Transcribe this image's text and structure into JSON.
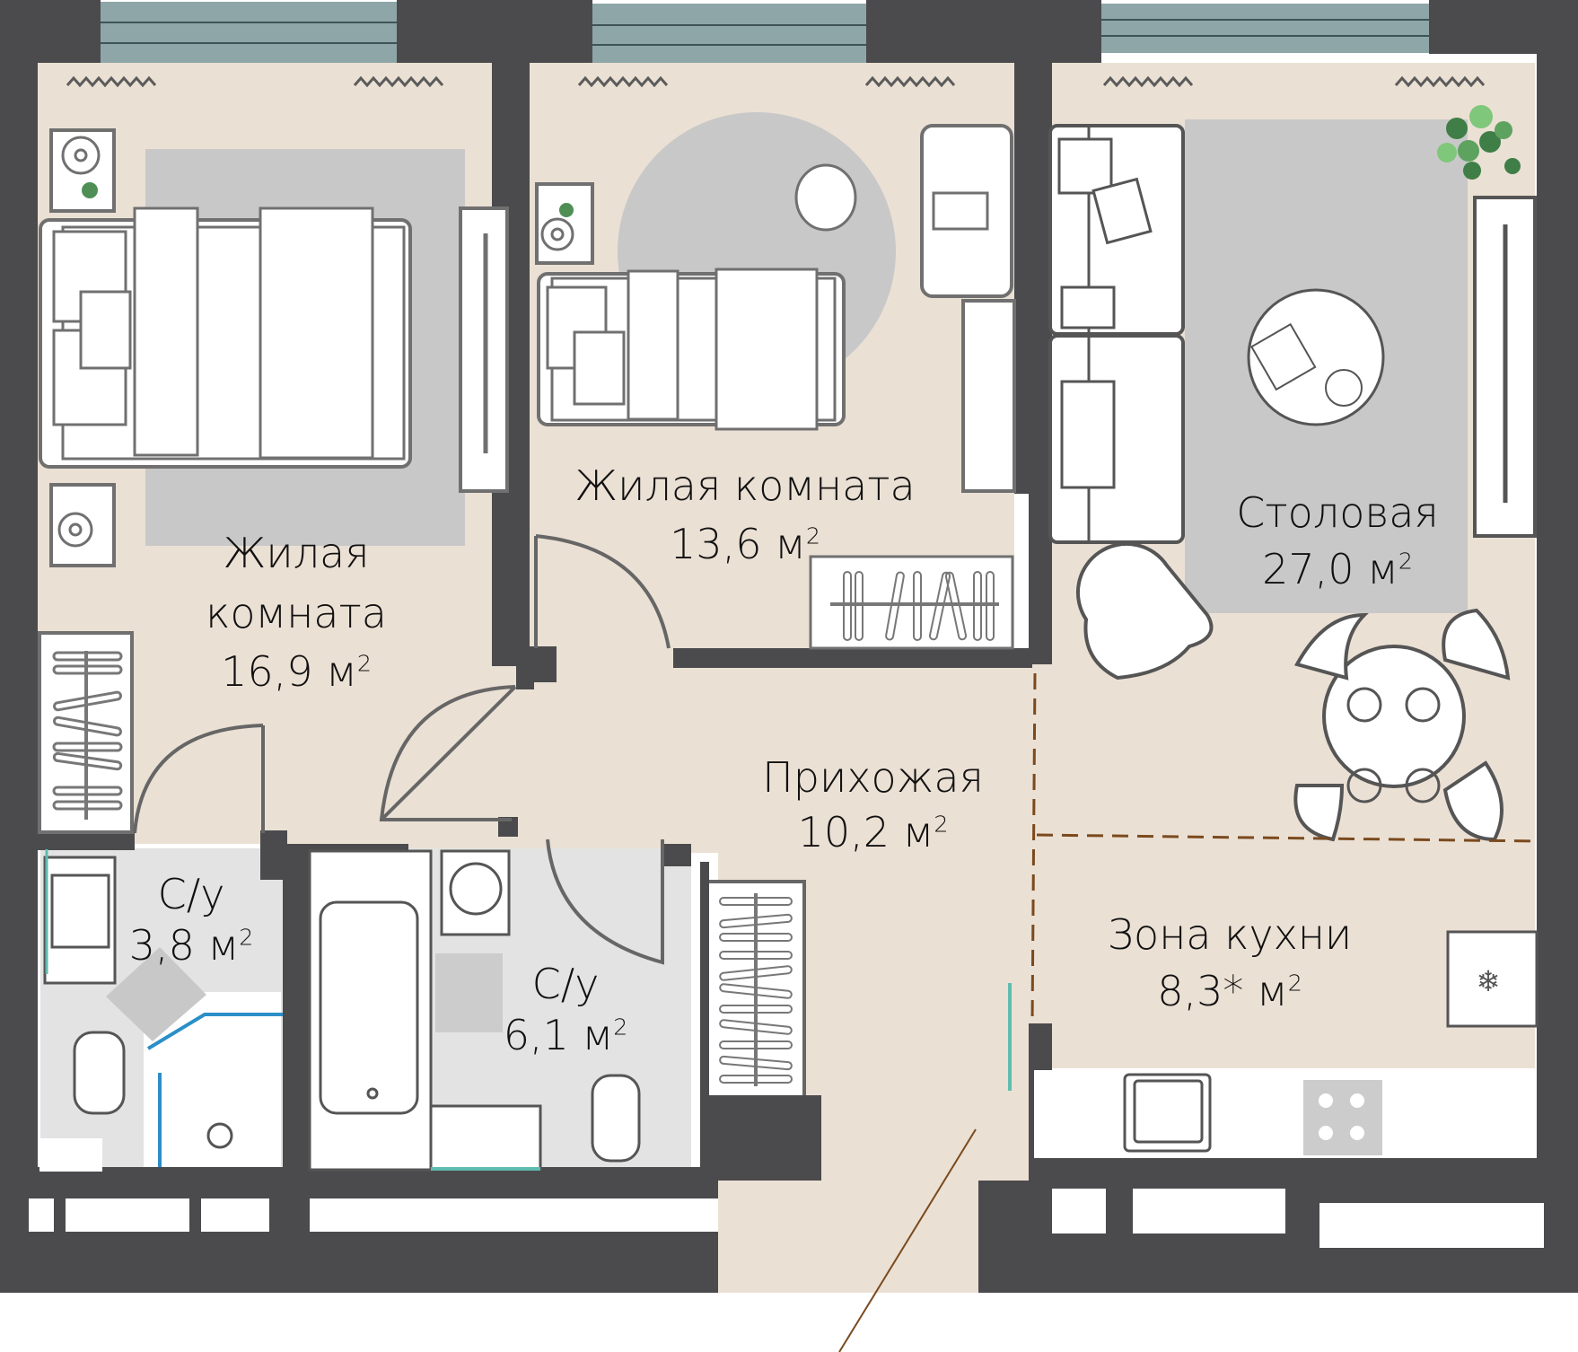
{
  "plan": {
    "colors": {
      "wall": "#4b4b4d",
      "floor": "#ebe0d4",
      "rug": "#c8c8c8",
      "window": "#8fa6a8",
      "wet_floor": "#e3e3e3",
      "furniture_line": "#707070",
      "zone_divider": "#7a4a1e",
      "glass": "#2b8fc7",
      "plant": "#4f8f55"
    },
    "rooms": [
      {
        "id": "living1",
        "name_line1": "Жилая",
        "name_line2": "комната",
        "area": "16,9 м",
        "sup": "2"
      },
      {
        "id": "living2",
        "name": "Жилая комната",
        "area": "13,6 м",
        "sup": "2"
      },
      {
        "id": "dining",
        "name": "Столовая",
        "area": "27,0 м",
        "sup": "2"
      },
      {
        "id": "hall",
        "name": "Прихожая",
        "area": "10,2 м",
        "sup": "2"
      },
      {
        "id": "kitchen",
        "name": "Зона кухни",
        "area": "8,3* м",
        "sup": "2"
      },
      {
        "id": "bath1",
        "name": "С/у",
        "area": "3,8 м",
        "sup": "2"
      },
      {
        "id": "bath2",
        "name": "С/у",
        "area": "6,1 м",
        "sup": "2"
      }
    ]
  }
}
